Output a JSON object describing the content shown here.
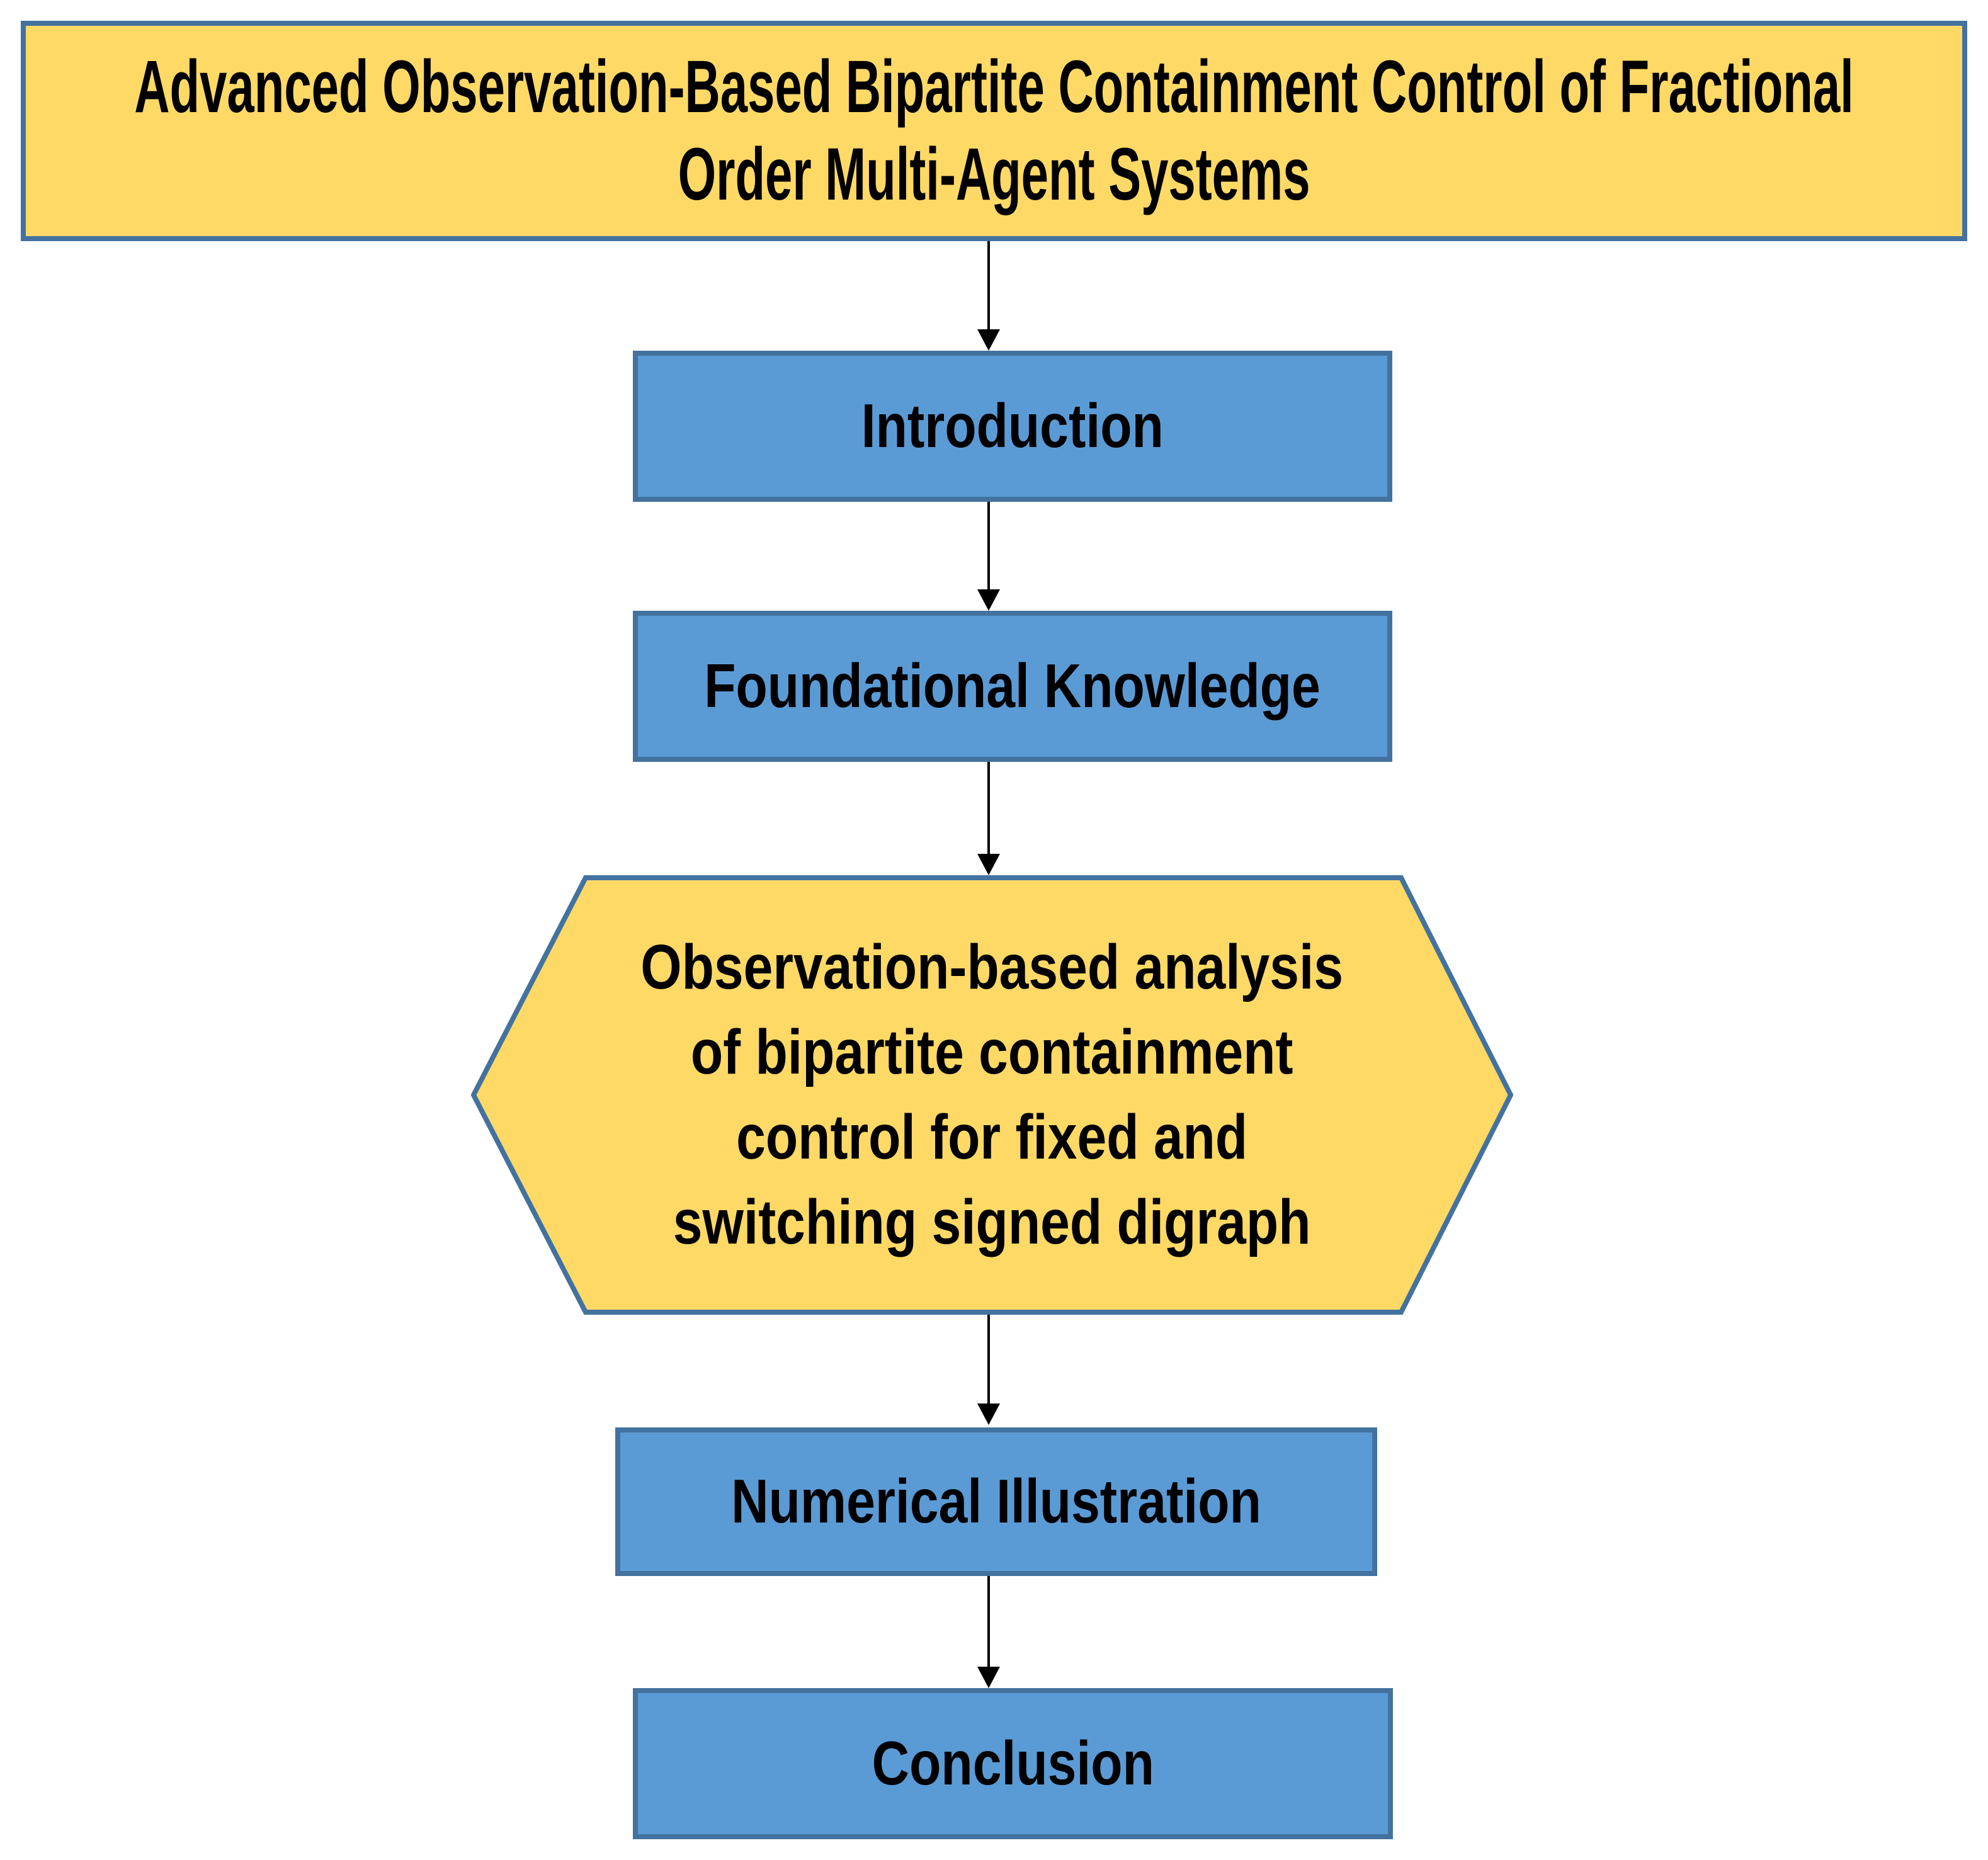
{
  "colors": {
    "background": "#FFFFFF",
    "node_fill_yellow": "#FFD966",
    "node_fill_blue": "#5B9BD5",
    "node_border": "#44729F",
    "arrow_color": "#000000",
    "text_color": "#000000"
  },
  "flowchart": {
    "nodes": {
      "title": {
        "shape": "rectangle",
        "fill": "#FFD966",
        "label": "Advanced Observation-Based Bipartite Containment Control of Fractional\nOrder Multi-Agent Systems"
      },
      "introduction": {
        "shape": "rectangle",
        "fill": "#5B9BD5",
        "label": "Introduction"
      },
      "foundational_knowledge": {
        "shape": "rectangle",
        "fill": "#5B9BD5",
        "label": "Foundational Knowledge"
      },
      "observation_analysis": {
        "shape": "hexagon",
        "fill": "#FFD966",
        "label": "Observation-based analysis\nof bipartite containment\ncontrol for fixed and\nswitching signed digraph"
      },
      "numerical_illustration": {
        "shape": "rectangle",
        "fill": "#5B9BD5",
        "label": "Numerical Illustration"
      },
      "conclusion": {
        "shape": "rectangle",
        "fill": "#5B9BD5",
        "label": "Conclusion"
      }
    },
    "edges": [
      {
        "from": "title",
        "to": "introduction"
      },
      {
        "from": "introduction",
        "to": "foundational_knowledge"
      },
      {
        "from": "foundational_knowledge",
        "to": "observation_analysis"
      },
      {
        "from": "observation_analysis",
        "to": "numerical_illustration"
      },
      {
        "from": "numerical_illustration",
        "to": "conclusion"
      }
    ]
  }
}
